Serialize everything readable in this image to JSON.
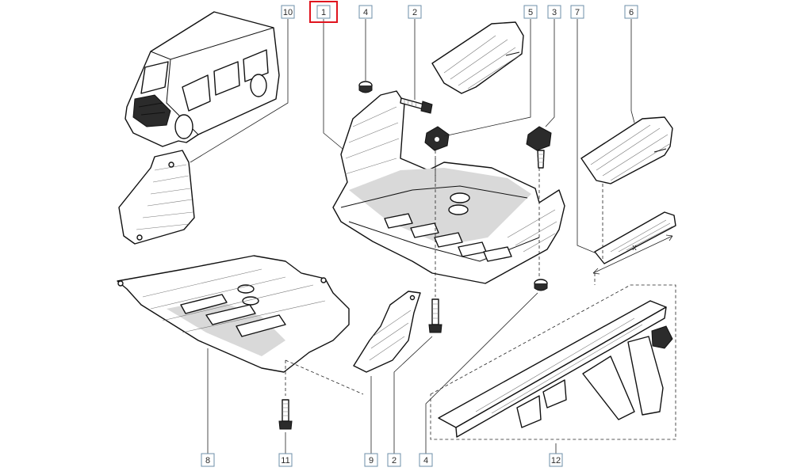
{
  "callouts": {
    "c10": "10",
    "c1": "1",
    "c4_top": "4",
    "c2_top": "2",
    "c5": "5",
    "c3": "3",
    "c7": "7",
    "c6": "6",
    "c8": "8",
    "c11": "11",
    "c9": "9",
    "c2_bottom": "2",
    "c4_bottom": "4",
    "c12": "12",
    "dimension_x": "x"
  },
  "highlight_color": "#e0141e",
  "callout_border_color": "#6d8fa8"
}
